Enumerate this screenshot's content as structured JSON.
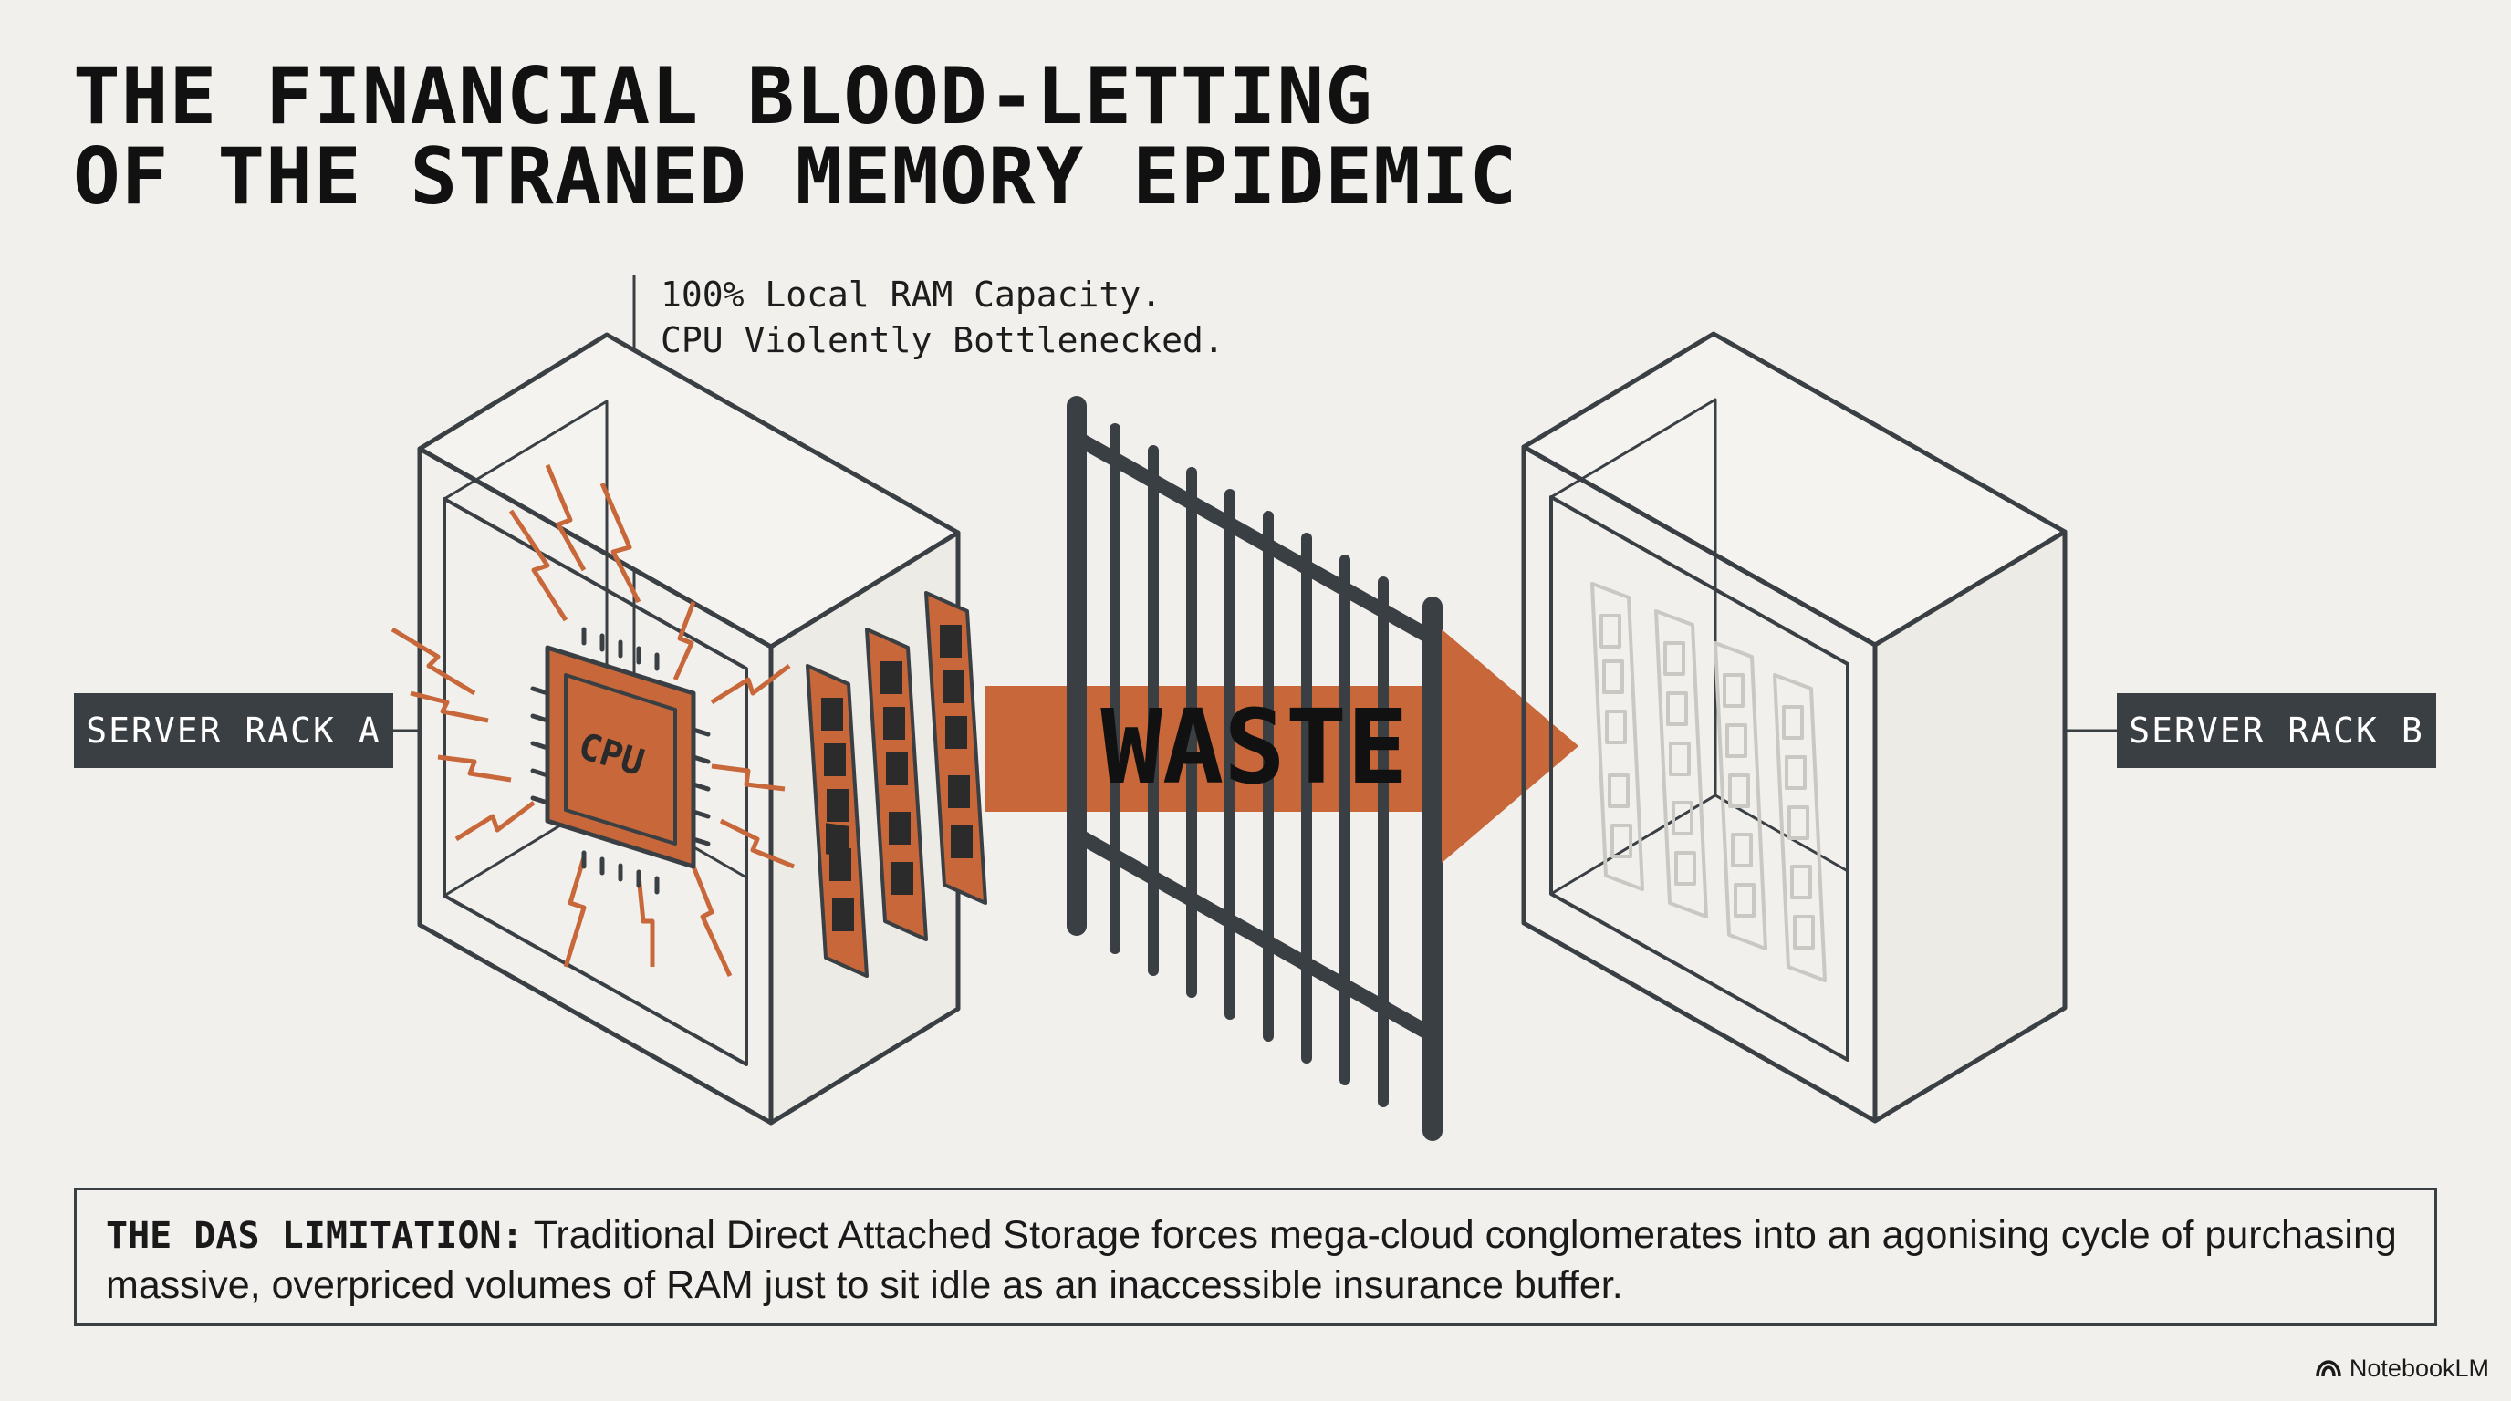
{
  "title": {
    "line1": "THE FINANCIAL BLOOD-LETTING",
    "line2": "OF THE STRANED MEMORY EPIDEMIC"
  },
  "callout": {
    "line1": "100% Local RAM Capacity.",
    "line2": "CPU Violently Bottlenecked."
  },
  "rack_a": {
    "label": "SERVER RACK A"
  },
  "rack_b": {
    "label": "SERVER RACK B"
  },
  "cpu_label": "CPU",
  "arrow_label": "WASTE",
  "limitation": {
    "lead": "THE DAS LIMITATION:",
    "text": " Traditional Direct Attached Storage forces mega-cloud conglomerates into an agonising cycle of purchasing massive, overpriced volumes of RAM just to sit idle as an inaccessible insurance buffer."
  },
  "brand": {
    "name": "NotebookLM",
    "icon": "notebooklm-logo-icon"
  },
  "colors": {
    "background": "#f1f0ec",
    "ink": "#3a3f44",
    "accent": "#c8683a",
    "label_bg": "#3a3f44"
  }
}
